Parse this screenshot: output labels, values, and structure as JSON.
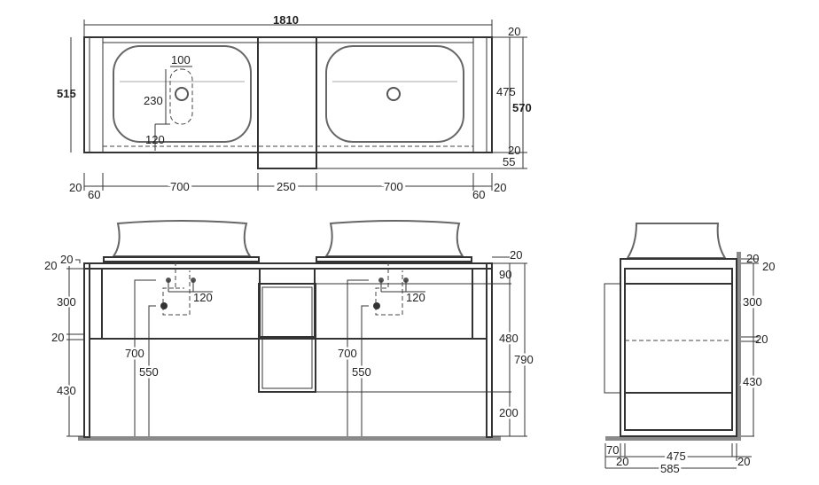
{
  "top_view": {
    "overall_width": "1810",
    "depth_left": "515",
    "depth_right": "570",
    "inner_depth": "475",
    "edge_top": "20",
    "edge_bottom": "20",
    "overhang": "55",
    "hole_width": "100",
    "hole_height": "230",
    "hole_offset": "120",
    "widths": {
      "side_left": "20",
      "panel_left": "60",
      "basin_left": "700",
      "center": "250",
      "basin_right": "700",
      "panel_right": "60",
      "side_right": "20"
    }
  },
  "front_view": {
    "top_left_a": "20",
    "top_left_b": "20",
    "upper": "300",
    "shelf": "20",
    "lower": "430",
    "tap_spacing_left": "120",
    "tap_spacing_right": "120",
    "supply_height_left": "700",
    "drain_height_left": "550",
    "supply_height_right": "700",
    "drain_height_right": "550",
    "top_right": "20",
    "niche_top": "90",
    "niche_height": "480",
    "total_height": "790",
    "niche_bottom": "200"
  },
  "side_view": {
    "top_a": "20",
    "top_b": "20",
    "upper": "300",
    "shelf": "20",
    "lower": "430",
    "drawer_depth": "70",
    "side_left": "20",
    "inner": "475",
    "side_right": "20",
    "total_depth": "585"
  }
}
